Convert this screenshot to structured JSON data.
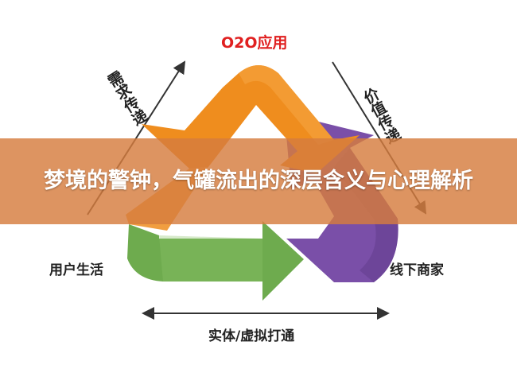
{
  "diagram": {
    "top_label": "O2O应用",
    "left_side_label": "需求传递",
    "right_side_label": "价值传递",
    "left_node": "用户生活",
    "right_node": "线下商家",
    "bottom_label": "实体/虚拟打通"
  },
  "banner": {
    "title": "梦境的警钟，气罐流出的深层含义与心理解析"
  },
  "colors": {
    "orange_arrow": "#ef8d1e",
    "purple_arrow": "#7a4fa8",
    "green_arrow": "#6eab4e",
    "top_label_color": "#e02020",
    "banner_overlay": "#d67c3e"
  }
}
